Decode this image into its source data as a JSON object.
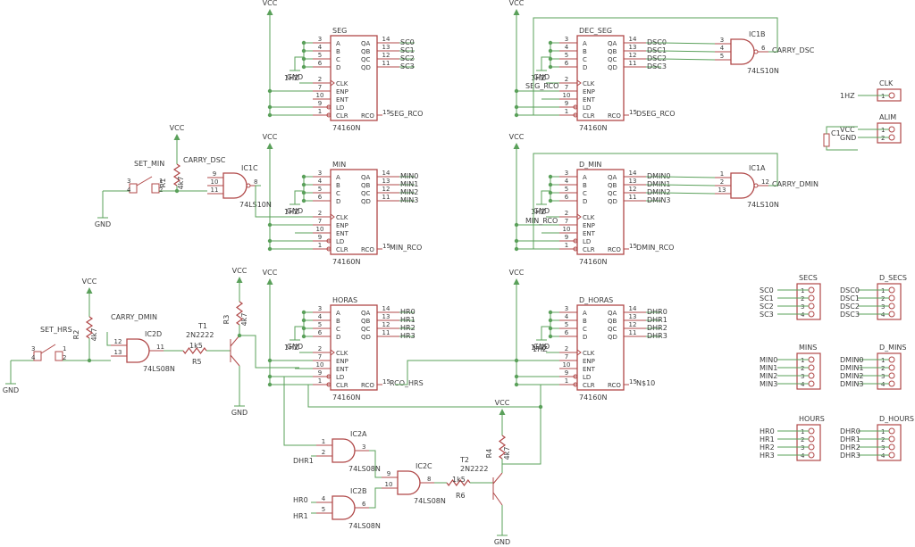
{
  "colors": {
    "wire": "#5aa05a",
    "part": "#b04848",
    "text": "#3a3a3a",
    "bg": "#ffffff"
  },
  "counters": [
    {
      "id": "SEG",
      "name": "SEG",
      "type": "74160N",
      "outs": [
        "SC0",
        "SC1",
        "SC2",
        "SC3"
      ],
      "clk": "1HZ",
      "rco": "SEG_RCO"
    },
    {
      "id": "DEC_SEG",
      "name": "DEC_SEG",
      "type": "74160N",
      "outs": [
        "DSC0",
        "DSC1",
        "DSC2",
        "DSC3"
      ],
      "clk": "1HZ",
      "rco": "DSEG_RCO",
      "ent": "SEG_RCO"
    },
    {
      "id": "MIN",
      "name": "MIN",
      "type": "74160N",
      "outs": [
        "MIN0",
        "MIN1",
        "MIN2",
        "MIN3"
      ],
      "clk": "1HZ",
      "rco": "MIN_RCO"
    },
    {
      "id": "D_MIN",
      "name": "D_MIN",
      "type": "74160N",
      "outs": [
        "DMIN0",
        "DMIN1",
        "DMIN2",
        "DMIN3"
      ],
      "clk": "1HZ",
      "rco": "DMIN_RCO",
      "ent": "MIN_RCO"
    },
    {
      "id": "HORAS",
      "name": "HORAS",
      "type": "74160N",
      "outs": [
        "HR0",
        "HR1",
        "HR2",
        "HR3"
      ],
      "clk": "1HZ",
      "rco": "RCO_HRS"
    },
    {
      "id": "D_HORAS",
      "name": "D_HORAS",
      "type": "74160N",
      "outs": [
        "DHR0",
        "DHR1",
        "DHR2",
        "DHR3"
      ],
      "clk": "1HZ",
      "rco": "N$10"
    }
  ],
  "chip_pins": {
    "in": [
      "A",
      "B",
      "C",
      "D"
    ],
    "in_nums": [
      "3",
      "4",
      "5",
      "6"
    ],
    "out": [
      "QA",
      "QB",
      "QC",
      "QD"
    ],
    "out_nums": [
      "14",
      "13",
      "12",
      "11"
    ],
    "ctrl": [
      "CLK",
      "ENP",
      "ENT",
      "LD",
      "CLR"
    ],
    "ctrl_nums": [
      "2",
      "7",
      "10",
      "9",
      "1"
    ],
    "rco": "RCO",
    "rco_num": "15"
  },
  "gates": [
    {
      "id": "IC1B",
      "type": "74LS10N",
      "in_nums": [
        "3",
        "4",
        "5"
      ],
      "out_num": "6",
      "out_label": "CARRY_DSC"
    },
    {
      "id": "IC1A",
      "type": "74LS10N",
      "in_nums": [
        "1",
        "2",
        "13"
      ],
      "out_num": "12",
      "out_label": "CARRY_DMIN"
    },
    {
      "id": "IC1C",
      "type": "74LS10N",
      "in_nums": [
        "9",
        "10",
        "11"
      ],
      "out_num": "8"
    },
    {
      "id": "IC2D",
      "type": "74LS08N",
      "in_nums": [
        "12",
        "13"
      ],
      "out_num": "11"
    },
    {
      "id": "IC2A",
      "type": "74LS08N",
      "in_nums": [
        "1",
        "2"
      ],
      "out_num": "3"
    },
    {
      "id": "IC2B",
      "type": "74LS08N",
      "in_nums": [
        "4",
        "5"
      ],
      "out_num": "6"
    },
    {
      "id": "IC2C",
      "type": "74LS08N",
      "in_nums": [
        "9",
        "10"
      ],
      "out_num": "8"
    }
  ],
  "labels": {
    "vcc": "VCC",
    "gnd": "GND",
    "hz": "1HZ",
    "carry_dsc": "CARRY_DSC",
    "carry_dmin": "CARRY_DMIN",
    "set_min": "SET_MIN",
    "set_hrs": "SET_HRS",
    "r1": "R1",
    "r2": "R2",
    "r3": "R3",
    "r4": "R4",
    "r5": "R5",
    "r6": "R6",
    "r_val": "4k7",
    "r_val2": "1k5",
    "t1": "T1",
    "t2": "T2",
    "transistor": "2N2222",
    "c1": "C1",
    "dhr1": "DHR1",
    "hr0": "HR0",
    "hr1": "HR1",
    "seg_rco": "SEG_RCO",
    "min_rco": "MIN_RCO",
    "sw_pins": [
      "3",
      "4",
      "1",
      "2"
    ]
  },
  "connectors": [
    {
      "name": "CLK",
      "pins": [
        "1"
      ],
      "signals": [
        "1HZ"
      ]
    },
    {
      "name": "ALIM",
      "pins": [
        "1",
        "2"
      ],
      "signals": [
        "VCC",
        "GND"
      ]
    },
    {
      "name": "SECS",
      "pins": [
        "1",
        "2",
        "3",
        "4"
      ],
      "signals": [
        "SC0",
        "SC1",
        "SC2",
        "SC3"
      ]
    },
    {
      "name": "D_SECS",
      "pins": [
        "1",
        "2",
        "3",
        "4"
      ],
      "signals": [
        "DSC0",
        "DSC1",
        "DSC2",
        "DSC3"
      ]
    },
    {
      "name": "MINS",
      "pins": [
        "1",
        "2",
        "3",
        "4"
      ],
      "signals": [
        "MIN0",
        "MIN1",
        "MIN2",
        "MIN3"
      ]
    },
    {
      "name": "D_MINS",
      "pins": [
        "1",
        "2",
        "3",
        "4"
      ],
      "signals": [
        "DMIN0",
        "DMIN1",
        "DMIN2",
        "DMIN3"
      ]
    },
    {
      "name": "HOURS",
      "pins": [
        "1",
        "2",
        "3",
        "4"
      ],
      "signals": [
        "HR0",
        "HR1",
        "HR2",
        "HR3"
      ]
    },
    {
      "name": "D_HOURS",
      "pins": [
        "1",
        "2",
        "3",
        "4"
      ],
      "signals": [
        "DHR0",
        "DHR1",
        "DHR2",
        "DHR3"
      ]
    }
  ]
}
